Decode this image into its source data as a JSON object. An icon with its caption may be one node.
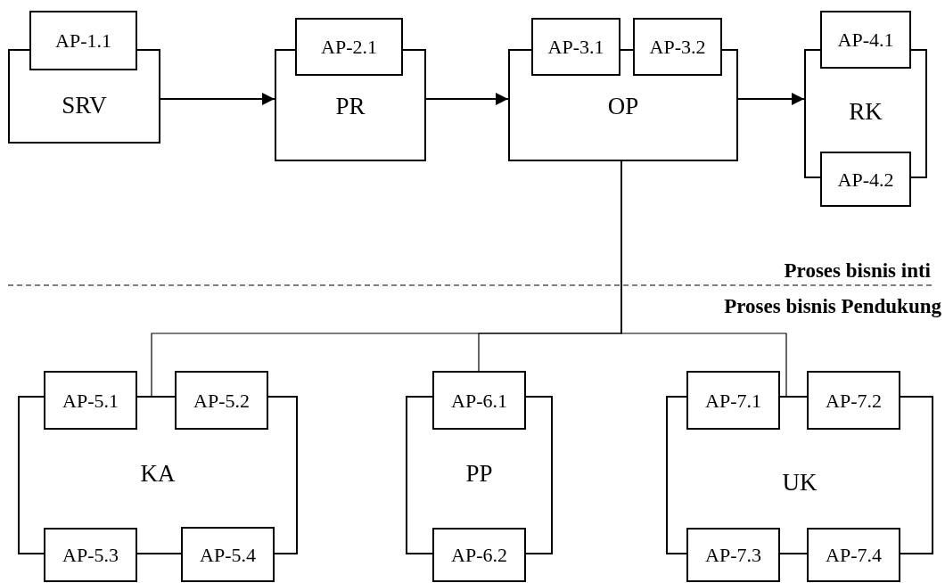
{
  "diagram": {
    "nodes": [
      {
        "text": [
          "SRV"
        ]
      },
      {
        "text": [
          "AP-1.1"
        ]
      },
      {
        "text": [
          "PR"
        ]
      },
      {
        "text": [
          "AP-2.1"
        ]
      },
      {
        "text": [
          "OP"
        ]
      },
      {
        "text": [
          "AP-3.1"
        ]
      },
      {
        "text": [
          "AP-3.2"
        ]
      },
      {
        "text": [
          "RK"
        ]
      },
      {
        "text": [
          "AP-4.1"
        ]
      },
      {
        "text": [
          "AP-4.2"
        ]
      },
      {
        "text": [
          "KA"
        ]
      },
      {
        "text": [
          "AP-5.1"
        ]
      },
      {
        "text": [
          "AP-5.2"
        ]
      },
      {
        "text": [
          "AP-5.3"
        ]
      },
      {
        "text": [
          "AP-5.4"
        ]
      },
      {
        "text": [
          "PP"
        ]
      },
      {
        "text": [
          "AP-6.1"
        ]
      },
      {
        "text": [
          "AP-6.2"
        ]
      },
      {
        "text": [
          "UK"
        ]
      },
      {
        "text": [
          "AP-7.1"
        ]
      },
      {
        "text": [
          "AP-7.2"
        ]
      },
      {
        "text": [
          "AP-7.3"
        ]
      },
      {
        "text": [
          "AP-7.4"
        ]
      }
    ],
    "edges": [
      {
        "from": 0,
        "to": 2,
        "arrow": "to"
      },
      {
        "from": 2,
        "to": 4,
        "arrow": "to"
      },
      {
        "from": 4,
        "to": 7,
        "arrow": "to"
      },
      {
        "from": 4,
        "to": 10,
        "arrow": "none"
      },
      {
        "from": 4,
        "to": 16,
        "arrow": "none"
      },
      {
        "from": 4,
        "to": 18,
        "arrow": "none"
      }
    ],
    "labels": [
      "Proses bisnis inti",
      "Proses bisnis Pendukung"
    ]
  }
}
